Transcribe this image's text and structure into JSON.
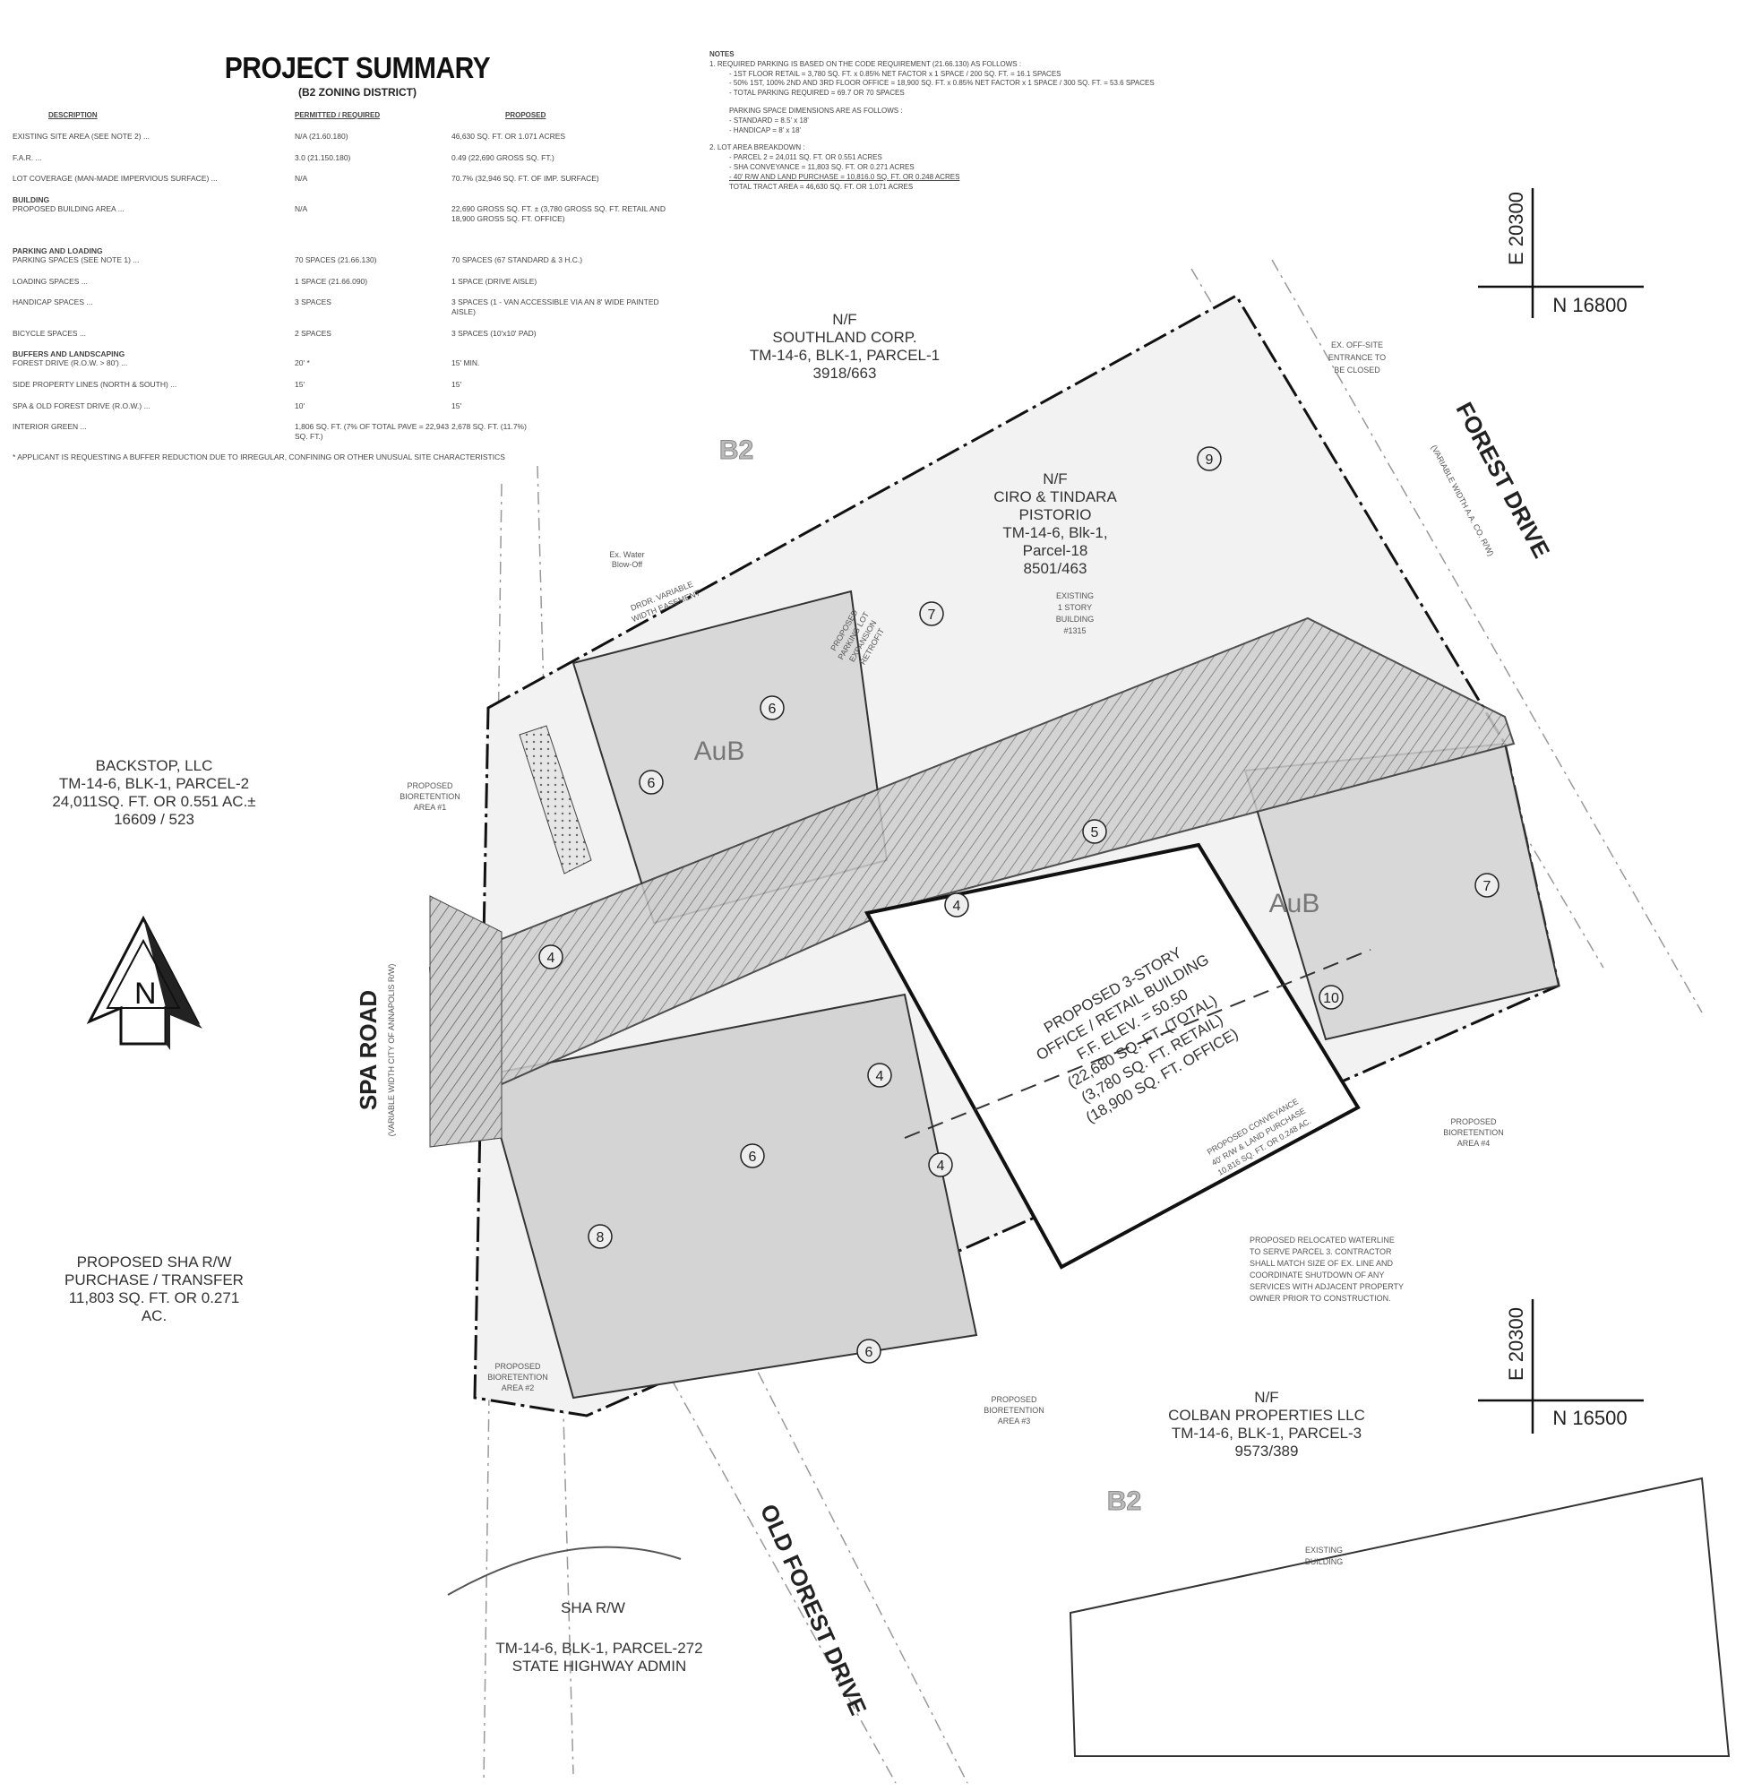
{
  "summary": {
    "title": "PROJECT SUMMARY",
    "subtitle": "(B2 ZONING DISTRICT)",
    "headers": [
      "DESCRIPTION",
      "PERMITTED / REQUIRED",
      "PROPOSED"
    ],
    "rows": [
      {
        "d": "EXISTING SITE AREA (SEE NOTE 2) ...",
        "p": "N/A (21.60.180)",
        "r": "46,630 SQ. FT. OR 1.071 ACRES"
      },
      {
        "d": "F.A.R. ...",
        "p": "3.0 (21.150.180)",
        "r": "0.49 (22,690 GROSS SQ. FT.)"
      },
      {
        "d": "LOT COVERAGE (MAN-MADE IMPERVIOUS SURFACE) ...",
        "p": "N/A",
        "r": "70.7% (32,946 SQ. FT. OF IMP. SURFACE)"
      }
    ],
    "building_heading": "BUILDING",
    "building_rows": [
      {
        "d": "PROPOSED BUILDING AREA ...",
        "p": "N/A",
        "r": "22,690 GROSS SQ. FT. ± (3,780 GROSS SQ. FT. RETAIL AND 18,900 GROSS SQ. FT. OFFICE)"
      }
    ],
    "parking_heading": "PARKING AND LOADING",
    "parking_rows": [
      {
        "d": "PARKING SPACES (SEE NOTE 1) ...",
        "p": "70 SPACES (21.66.130)",
        "r": "70 SPACES (67 STANDARD & 3 H.C.)"
      },
      {
        "d": "LOADING SPACES ...",
        "p": "1 SPACE (21.66.090)",
        "r": "1 SPACE (DRIVE AISLE)"
      },
      {
        "d": "HANDICAP SPACES ...",
        "p": "3 SPACES",
        "r": "3 SPACES (1 - VAN ACCESSIBLE VIA AN 8' WIDE PAINTED AISLE)"
      },
      {
        "d": "BICYCLE SPACES ...",
        "p": "2 SPACES",
        "r": "3 SPACES (10'x10' PAD)"
      }
    ],
    "buffer_heading": "BUFFERS AND LANDSCAPING",
    "buffer_rows": [
      {
        "d": "FOREST DRIVE (R.O.W. > 80') ...",
        "p": "20' *",
        "r": "15' MIN."
      },
      {
        "d": "SIDE PROPERTY LINES (NORTH & SOUTH) ...",
        "p": "15'",
        "r": "15'"
      },
      {
        "d": "SPA & OLD FOREST DRIVE (R.O.W.) ...",
        "p": "10'",
        "r": "15'"
      },
      {
        "d": "INTERIOR GREEN ...",
        "p": "1,806 SQ. FT. (7% OF TOTAL PAVE = 22,943 SQ. FT.)",
        "r": "2,678 SQ. FT. (11.7%)"
      }
    ],
    "footnote": "* APPLICANT IS REQUESTING A BUFFER REDUCTION DUE TO IRREGULAR, CONFINING OR OTHER UNUSUAL SITE CHARACTERISTICS"
  },
  "notes": {
    "title": "NOTES",
    "n1": "1.  REQUIRED PARKING IS BASED ON THE CODE REQUIREMENT (21.66.130) AS FOLLOWS :",
    "n1a": "- 1ST FLOOR RETAIL = 3,780 SQ. FT. x 0.85% NET FACTOR x 1 SPACE / 200 SQ. FT. = 16.1 SPACES",
    "n1b": "- 50% 1ST, 100% 2ND AND 3RD FLOOR OFFICE = 18,900 SQ. FT. x 0.85% NET FACTOR x 1 SPACE / 300 SQ. FT. = 53.6 SPACES",
    "n1c": "- TOTAL PARKING REQUIRED = 69.7 OR 70 SPACES",
    "dims": "PARKING SPACE DIMENSIONS ARE AS FOLLOWS :",
    "dims_a": "- STANDARD = 8.5' x 18'",
    "dims_b": "- HANDICAP = 8' x 18'",
    "n2": "2.  LOT AREA BREAKDOWN :",
    "n2a": "- PARCEL 2 = 24,011 SQ. FT. OR 0.551 ACRES",
    "n2b": "- SHA CONVEYANCE = 11,803 SQ. FT. OR 0.271 ACRES",
    "n2c": "- 40' R/W AND LAND PURCHASE = 10,816.0 SQ. FT. OR 0.248 ACRES",
    "n2d": "TOTAL TRACT AREA = 46,630 SQ. FT. OR 1.071 ACRES"
  },
  "plan": {
    "southland": [
      "N/F",
      "SOUTHLAND CORP.",
      "TM-14-6, BLK-1, PARCEL-1",
      "3918/663"
    ],
    "ciro": [
      "N/F",
      "CIRO & TINDARA",
      "PISTORIO",
      "TM-14-6, Blk-1,",
      "Parcel-18",
      "8501/463"
    ],
    "existing_1story": [
      "EXISTING",
      "1 STORY",
      "BUILDING",
      "#1315"
    ],
    "backstop": [
      "BACKSTOP, LLC",
      "TM-14-6, BLK-1, PARCEL-2",
      "24,011SQ. FT. OR 0.551 AC.±",
      "16609 / 523"
    ],
    "sha_purchase": [
      "PROPOSED SHA R/W",
      "PURCHASE / TRANSFER",
      "11,803 SQ. FT. OR 0.271",
      "AC."
    ],
    "colban": [
      "N/F",
      "COLBAN PROPERTIES LLC",
      "TM-14-6, BLK-1, PARCEL-3",
      "9573/389"
    ],
    "sha_admin": [
      "TM-14-6, BLK-1, PARCEL-272",
      "STATE HIGHWAY ADMIN"
    ],
    "sha_rw": "SHA R/W",
    "existing_building": [
      "EXISTING",
      "BUILDING"
    ],
    "zone_b2": "B2",
    "soil_aub": "AuB",
    "forest_drive": "FOREST DRIVE",
    "forest_drive_sub": "(VARIABLE WIDTH A.A. CO. R/W)",
    "spa_road": "SPA    ROAD",
    "spa_road_sub": "(VARIABLE WIDTH CITY OF ANNAPOLIS R/W)",
    "old_forest_drive": "OLD FOREST DRIVE",
    "offsite_entrance": [
      "EX. OFF-SITE",
      "ENTRANCE TO",
      "BE CLOSED"
    ],
    "building": [
      "PROPOSED 3-STORY",
      "OFFICE / RETAIL BUILDING",
      "F.F. ELEV. = 50.50",
      "(22,680 SQ. FT. (TOTAL)",
      "(3,780 SQ. FT. RETAIL)",
      "(18,900 SQ. FT. OFFICE)"
    ],
    "conveyance": [
      "PROPOSED CONVEYANCE",
      "40' R/W & LAND PURCHASE",
      "10,816 SQ. FT. OR 0.248 AC."
    ],
    "bio1": [
      "PROPOSED",
      "BIORETENTION",
      "AREA #1"
    ],
    "bio2": [
      "PROPOSED",
      "BIORETENTION",
      "AREA #2"
    ],
    "bio3": [
      "PROPOSED",
      "BIORETENTION",
      "AREA #3"
    ],
    "bio4": [
      "PROPOSED",
      "BIORETENTION",
      "AREA #4"
    ],
    "waterline": [
      "PROPOSED RELOCATED WATERLINE",
      "TO SERVE PARCEL 3.  CONTRACTOR",
      "SHALL MATCH SIZE OF EX. LINE AND",
      "COORDINATE SHUTDOWN OF ANY",
      "SERVICES WITH ADJACENT PROPERTY",
      "OWNER PRIOR TO CONSTRUCTION."
    ],
    "water_blowoff": [
      "Ex. Water",
      "Blow-Off"
    ],
    "expansion": [
      "PROPOSED",
      "PARKING LOT",
      "EXPANSION",
      "RETROFIT"
    ],
    "easement": [
      "DRDR. VARIABLE",
      "WIDTH EASEMENT"
    ],
    "coords": {
      "e_top": "E 20300",
      "n_top": "N 16800",
      "e_bottom": "E 20300",
      "n_bottom": "N 16500"
    },
    "space_counts": [
      "6",
      "6",
      "7",
      "9",
      "5",
      "4",
      "4",
      "4",
      "6",
      "8",
      "6",
      "7",
      "10",
      "4"
    ],
    "north_letter": "N"
  }
}
